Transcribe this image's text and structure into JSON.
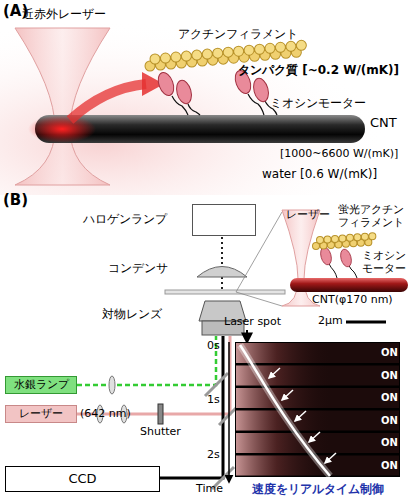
{
  "diagram": {
    "nodes": [
      {
        "text": [
          "ハロゲンランプ"
        ]
      },
      {
        "text": [
          "水銀ランプ"
        ]
      },
      {
        "text": [
          "レーザー",
          "(642 nm)"
        ]
      },
      {
        "text": [
          "CCD"
        ]
      }
    ],
    "labels": [
      "(A)",
      "近赤外レーザー",
      "アクチンフィラメント",
      "タンパク質 [~0.2 W/(mK)]",
      "ミオシンモーター",
      "CNT",
      "[1000~6600 W/(mK)]",
      "water [0.6 W/(mK)]",
      "(B)",
      "コンデンサ",
      "対物レンズ",
      "Shutter",
      "レーザー",
      "蛍光アクチン フィラメント",
      "ミオシン モーター",
      "CNT(φ170 nm)",
      "Laser spot",
      "2μm",
      "0s",
      "1s",
      "2s",
      "Time",
      "ON",
      "ON",
      "ON",
      "ON",
      "ON",
      "ON",
      "速度をリアルタイム制御"
    ]
  }
}
